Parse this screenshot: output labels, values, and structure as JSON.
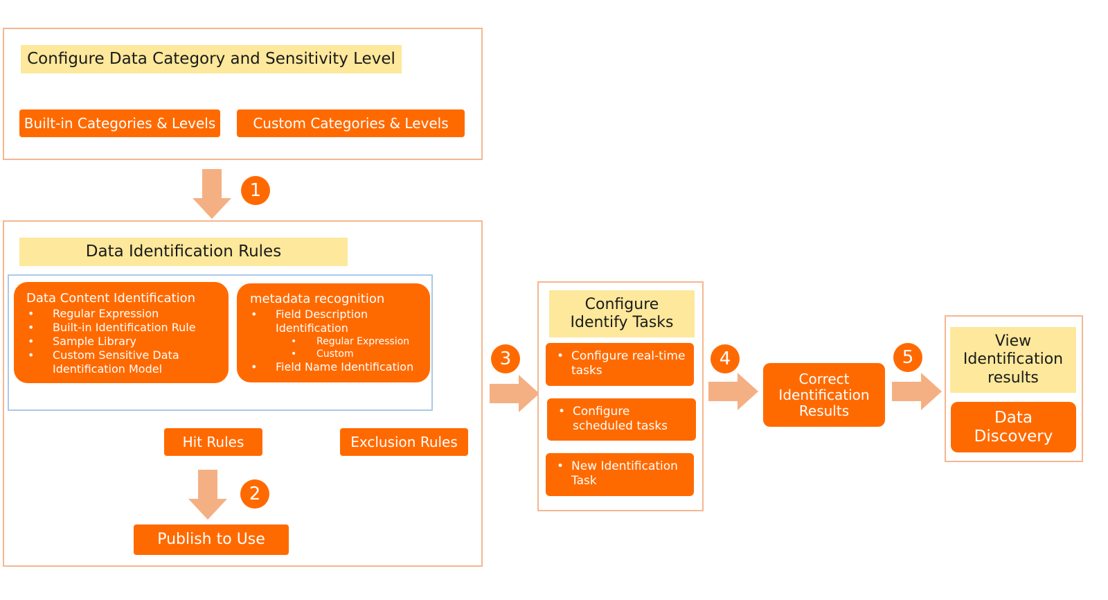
{
  "colors": {
    "accent": "#ff6a00",
    "highlight": "#fde89b",
    "frame": "#f4b68f",
    "arrow": "#f4b083",
    "inner_frame": "#a9c9e8"
  },
  "config_section": {
    "title": "Configure Data Category and Sensitivity Level",
    "builtin_label": "Built-in Categories & Levels",
    "custom_label": "Custom Categories & Levels"
  },
  "steps": [
    "1",
    "2",
    "3",
    "4",
    "5"
  ],
  "rules_section": {
    "title": "Data Identification Rules",
    "content_box": {
      "heading": "Data Content Identification",
      "items": [
        "Regular Expression",
        "Built-in Identification Rule",
        "Sample Library",
        "Custom Sensitive Data Identification Model"
      ]
    },
    "metadata_box": {
      "heading": "metadata recognition",
      "item1": "Field Description Identification",
      "sub_items": [
        "Regular Expression",
        "Custom"
      ],
      "item2": "Field Name Identification"
    },
    "hit_rules": "Hit Rules",
    "exclusion_rules": "Exclusion Rules",
    "publish": "Publish to Use"
  },
  "tasks_section": {
    "title": "Configure Identify Tasks",
    "items": [
      "Configure real-time tasks",
      "Configure scheduled tasks",
      "New Identification Task"
    ]
  },
  "correct": {
    "label": "Correct Identification Results"
  },
  "view_section": {
    "title": "View Identification results",
    "discovery": "Data Discovery"
  }
}
